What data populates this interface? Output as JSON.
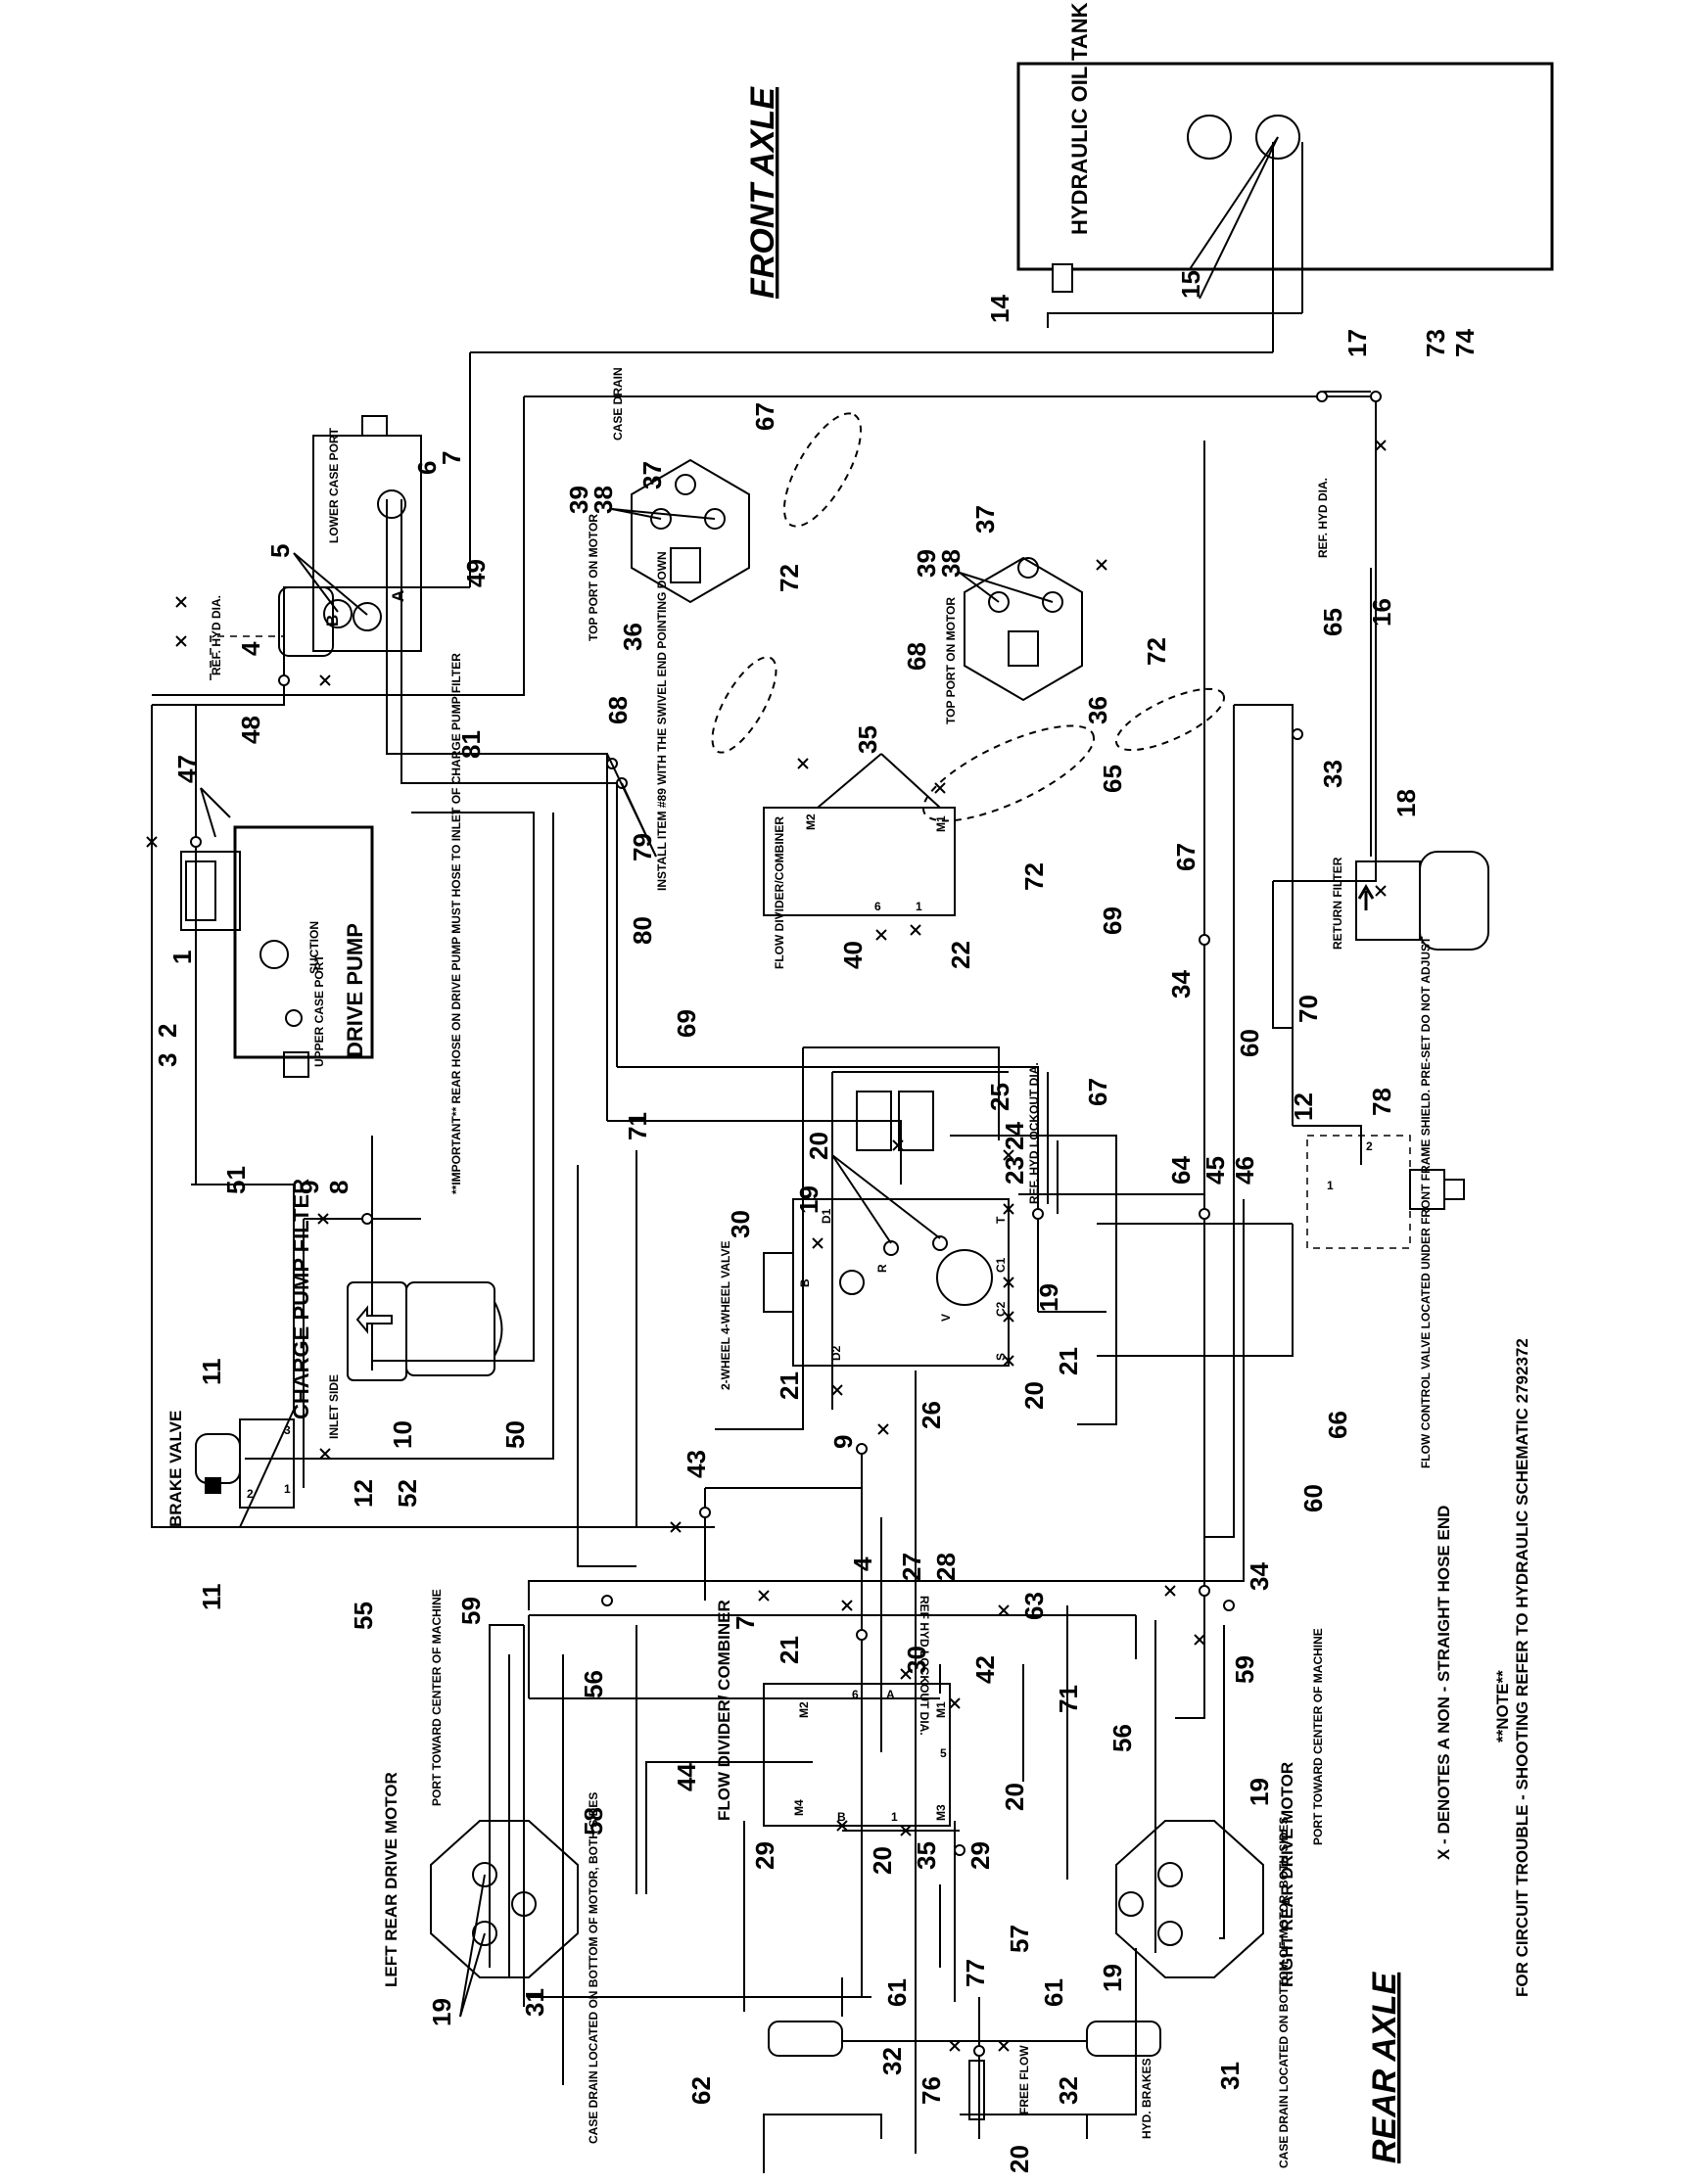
{
  "titles": {
    "front_axle": "FRONT AXLE",
    "rear_axle": "REAR AXLE"
  },
  "components": {
    "hydraulic_oil_tank": "HYDRAULIC OIL TANK",
    "drive_pump": "DRIVE PUMP",
    "charge_pump_filter": "CHARGE PUMP FILTER",
    "brake_valve": "BRAKE VALVE",
    "flow_divider_combiner_front": "FLOW DIVIDER/COMBINER",
    "flow_divider_combiner_rear": "FLOW DIVIDER/ COMBINER",
    "two_four_wheel_valve": "2-WHEEL 4-WHEEL VALVE",
    "return_filter": "RETURN FILTER",
    "left_rear_drive_motor": "LEFT REAR DRIVE MOTOR",
    "right_rear_drive_motor": "RIGHT REAR DRIVE MOTOR",
    "hyd_brakes": "HYD. BRAKES"
  },
  "labels": {
    "lower_case_port": "LOWER CASE PORT",
    "upper_case_port": "UPPER CASE PORT",
    "suction": "SUCTION",
    "inlet_side": "INLET SIDE",
    "ref_hyd_dia": "REF. HYD DIA.",
    "ref_hyd_dia_2": "REF. HYD DIA.",
    "ref_hyd_lockout_dia": "REF. HYD LOCKOUT DIA.",
    "ref_hyd_lockout_dia_2": "REF HYD LOCKOUT DIA.",
    "top_port_on_motor": "TOP PORT ON MOTOR",
    "top_port_on_motor_2": "TOP PORT ON MOTOR",
    "case_drain_top": "CASE DRAIN",
    "install_item_89": "INSTALL ITEM #89 WITH THE SWIVEL END POINTING DOWN",
    "important": "**IMPORTANT** REAR HOSE ON DRIVE PUMP MUST HOSE TO INLET OF CHARGE PUMP FILTER",
    "flow_control_valve": "FLOW CONTROL VALVE LOCATED UNDER FRONT FRAME SHIELD. PRE-SET DO NOT ADJUST",
    "port_toward_center_left": "PORT TOWARD CENTER OF MACHINE",
    "port_toward_center_right": "PORT TOWARD CENTER OF MACHINE",
    "case_drain_left": "CASE DRAIN LOCATED ON BOTTOM OF MOTOR, BOTH SIDES",
    "case_drain_right": "CASE DRAIN LOCATED ON BOTTOM OF MOTOR, BOTH SIDES",
    "free_flow": "FREE FLOW",
    "x_note": "X - DENOTES A NON - STRAIGHT HOSE END",
    "note_heading": "**NOTE**",
    "note_body": "FOR CIRCUIT TROUBLE - SHOOTING REFER TO HYDRAULIC SCHEMATIC 2792372"
  },
  "ports": {
    "a": "A",
    "b": "B",
    "m1": "M1",
    "m2": "M2",
    "m3": "M3",
    "m4": "M4",
    "p1": "1",
    "p2": "2",
    "p3": "3",
    "p5": "5",
    "p6": "6",
    "d1": "D1",
    "d2": "D2",
    "r": "R",
    "v": "V",
    "t": "T",
    "c1": "C1",
    "c2": "C2",
    "s": "S"
  },
  "callouts": {
    "n1": "1",
    "n2": "2",
    "n3": "3",
    "n4": "4",
    "n4b": "4",
    "n5": "5",
    "n6": "6",
    "n7": "7",
    "n7b": "7",
    "n8": "8",
    "n9": "9",
    "n9b": "9",
    "n10": "10",
    "n11": "11",
    "n11b": "11",
    "n12": "12",
    "n12b": "12",
    "n14": "14",
    "n15": "15",
    "n16": "16",
    "n17": "17",
    "n18": "18",
    "n19a": "19",
    "n19b": "19",
    "n19c": "19",
    "n19d": "19",
    "n19e": "19",
    "n20a": "20",
    "n20b": "20",
    "n20c": "20",
    "n20d": "20",
    "n20e": "20",
    "n21a": "21",
    "n21b": "21",
    "n21c": "21",
    "n22": "22",
    "n23": "23",
    "n24": "24",
    "n25": "25",
    "n26": "26",
    "n27": "27",
    "n28": "28",
    "n29a": "29",
    "n29b": "29",
    "n30a": "30",
    "n30b": "30",
    "n31a": "31",
    "n31b": "31",
    "n32a": "32",
    "n32b": "32",
    "n33": "33",
    "n34a": "34",
    "n34b": "34",
    "n35a": "35",
    "n35b": "35",
    "n36a": "36",
    "n36b": "36",
    "n37a": "37",
    "n37b": "37",
    "n38a": "38",
    "n38b": "38",
    "n39a": "39",
    "n39b": "39",
    "n40": "40",
    "n42": "42",
    "n43": "43",
    "n44": "44",
    "n45": "45",
    "n46": "46",
    "n47": "47",
    "n48": "48",
    "n49": "49",
    "n50": "50",
    "n51": "51",
    "n52": "52",
    "n55": "55",
    "n56a": "56",
    "n56b": "56",
    "n57": "57",
    "n58": "58",
    "n59a": "59",
    "n59b": "59",
    "n60a": "60",
    "n60b": "60",
    "n61a": "61",
    "n61b": "61",
    "n62": "62",
    "n63": "63",
    "n64": "64",
    "n65a": "65",
    "n65b": "65",
    "n66": "66",
    "n67a": "67",
    "n67b": "67",
    "n67c": "67",
    "n68a": "68",
    "n68b": "68",
    "n69a": "69",
    "n69b": "69",
    "n70": "70",
    "n71a": "71",
    "n71b": "71",
    "n72a": "72",
    "n72b": "72",
    "n72c": "72",
    "n73": "73",
    "n74": "74",
    "n76": "76",
    "n77": "77",
    "n78": "78",
    "n79": "79",
    "n80": "80",
    "n81": "81"
  }
}
